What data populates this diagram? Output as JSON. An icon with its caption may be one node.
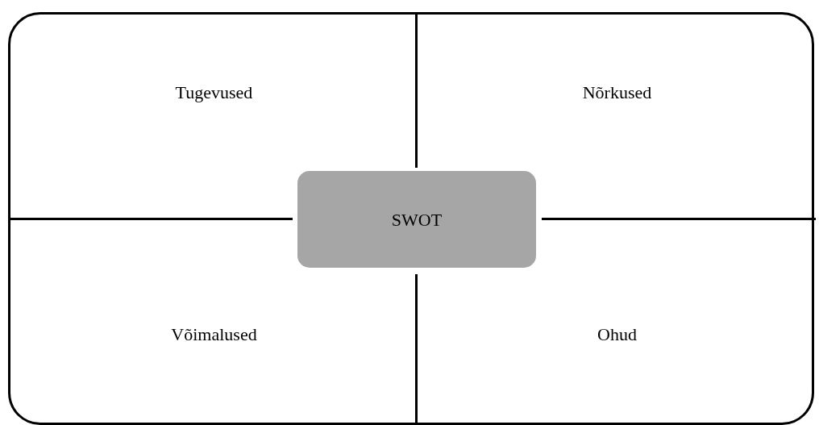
{
  "diagram": {
    "nodes": [
      {
        "text": [],
        "shape": "box"
      },
      {
        "text": [
          "Tugevused"
        ],
        "in": 0
      },
      {
        "text": [
          "Nõrkused"
        ],
        "in": 0
      },
      {
        "text": [
          "Võimalused"
        ],
        "in": 0
      },
      {
        "text": [
          "Ohud"
        ],
        "in": 0
      },
      {
        "text": [
          "SWOT"
        ],
        "in": 0
      }
    ]
  }
}
